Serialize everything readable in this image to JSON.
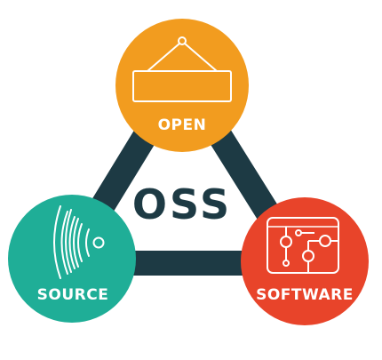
{
  "center": {
    "text": "OSS",
    "color": "#1d3a44"
  },
  "triangle": {
    "color": "#1d3a44"
  },
  "nodes": {
    "open": {
      "label": "OPEN",
      "color": "#f29c1f",
      "icon": "hanging-sign-icon"
    },
    "source": {
      "label": "SOURCE",
      "color": "#1fae97",
      "icon": "fingerprint-wave-icon"
    },
    "software": {
      "label": "SOFTWARE",
      "color": "#e8442a",
      "icon": "circuit-board-icon"
    }
  }
}
